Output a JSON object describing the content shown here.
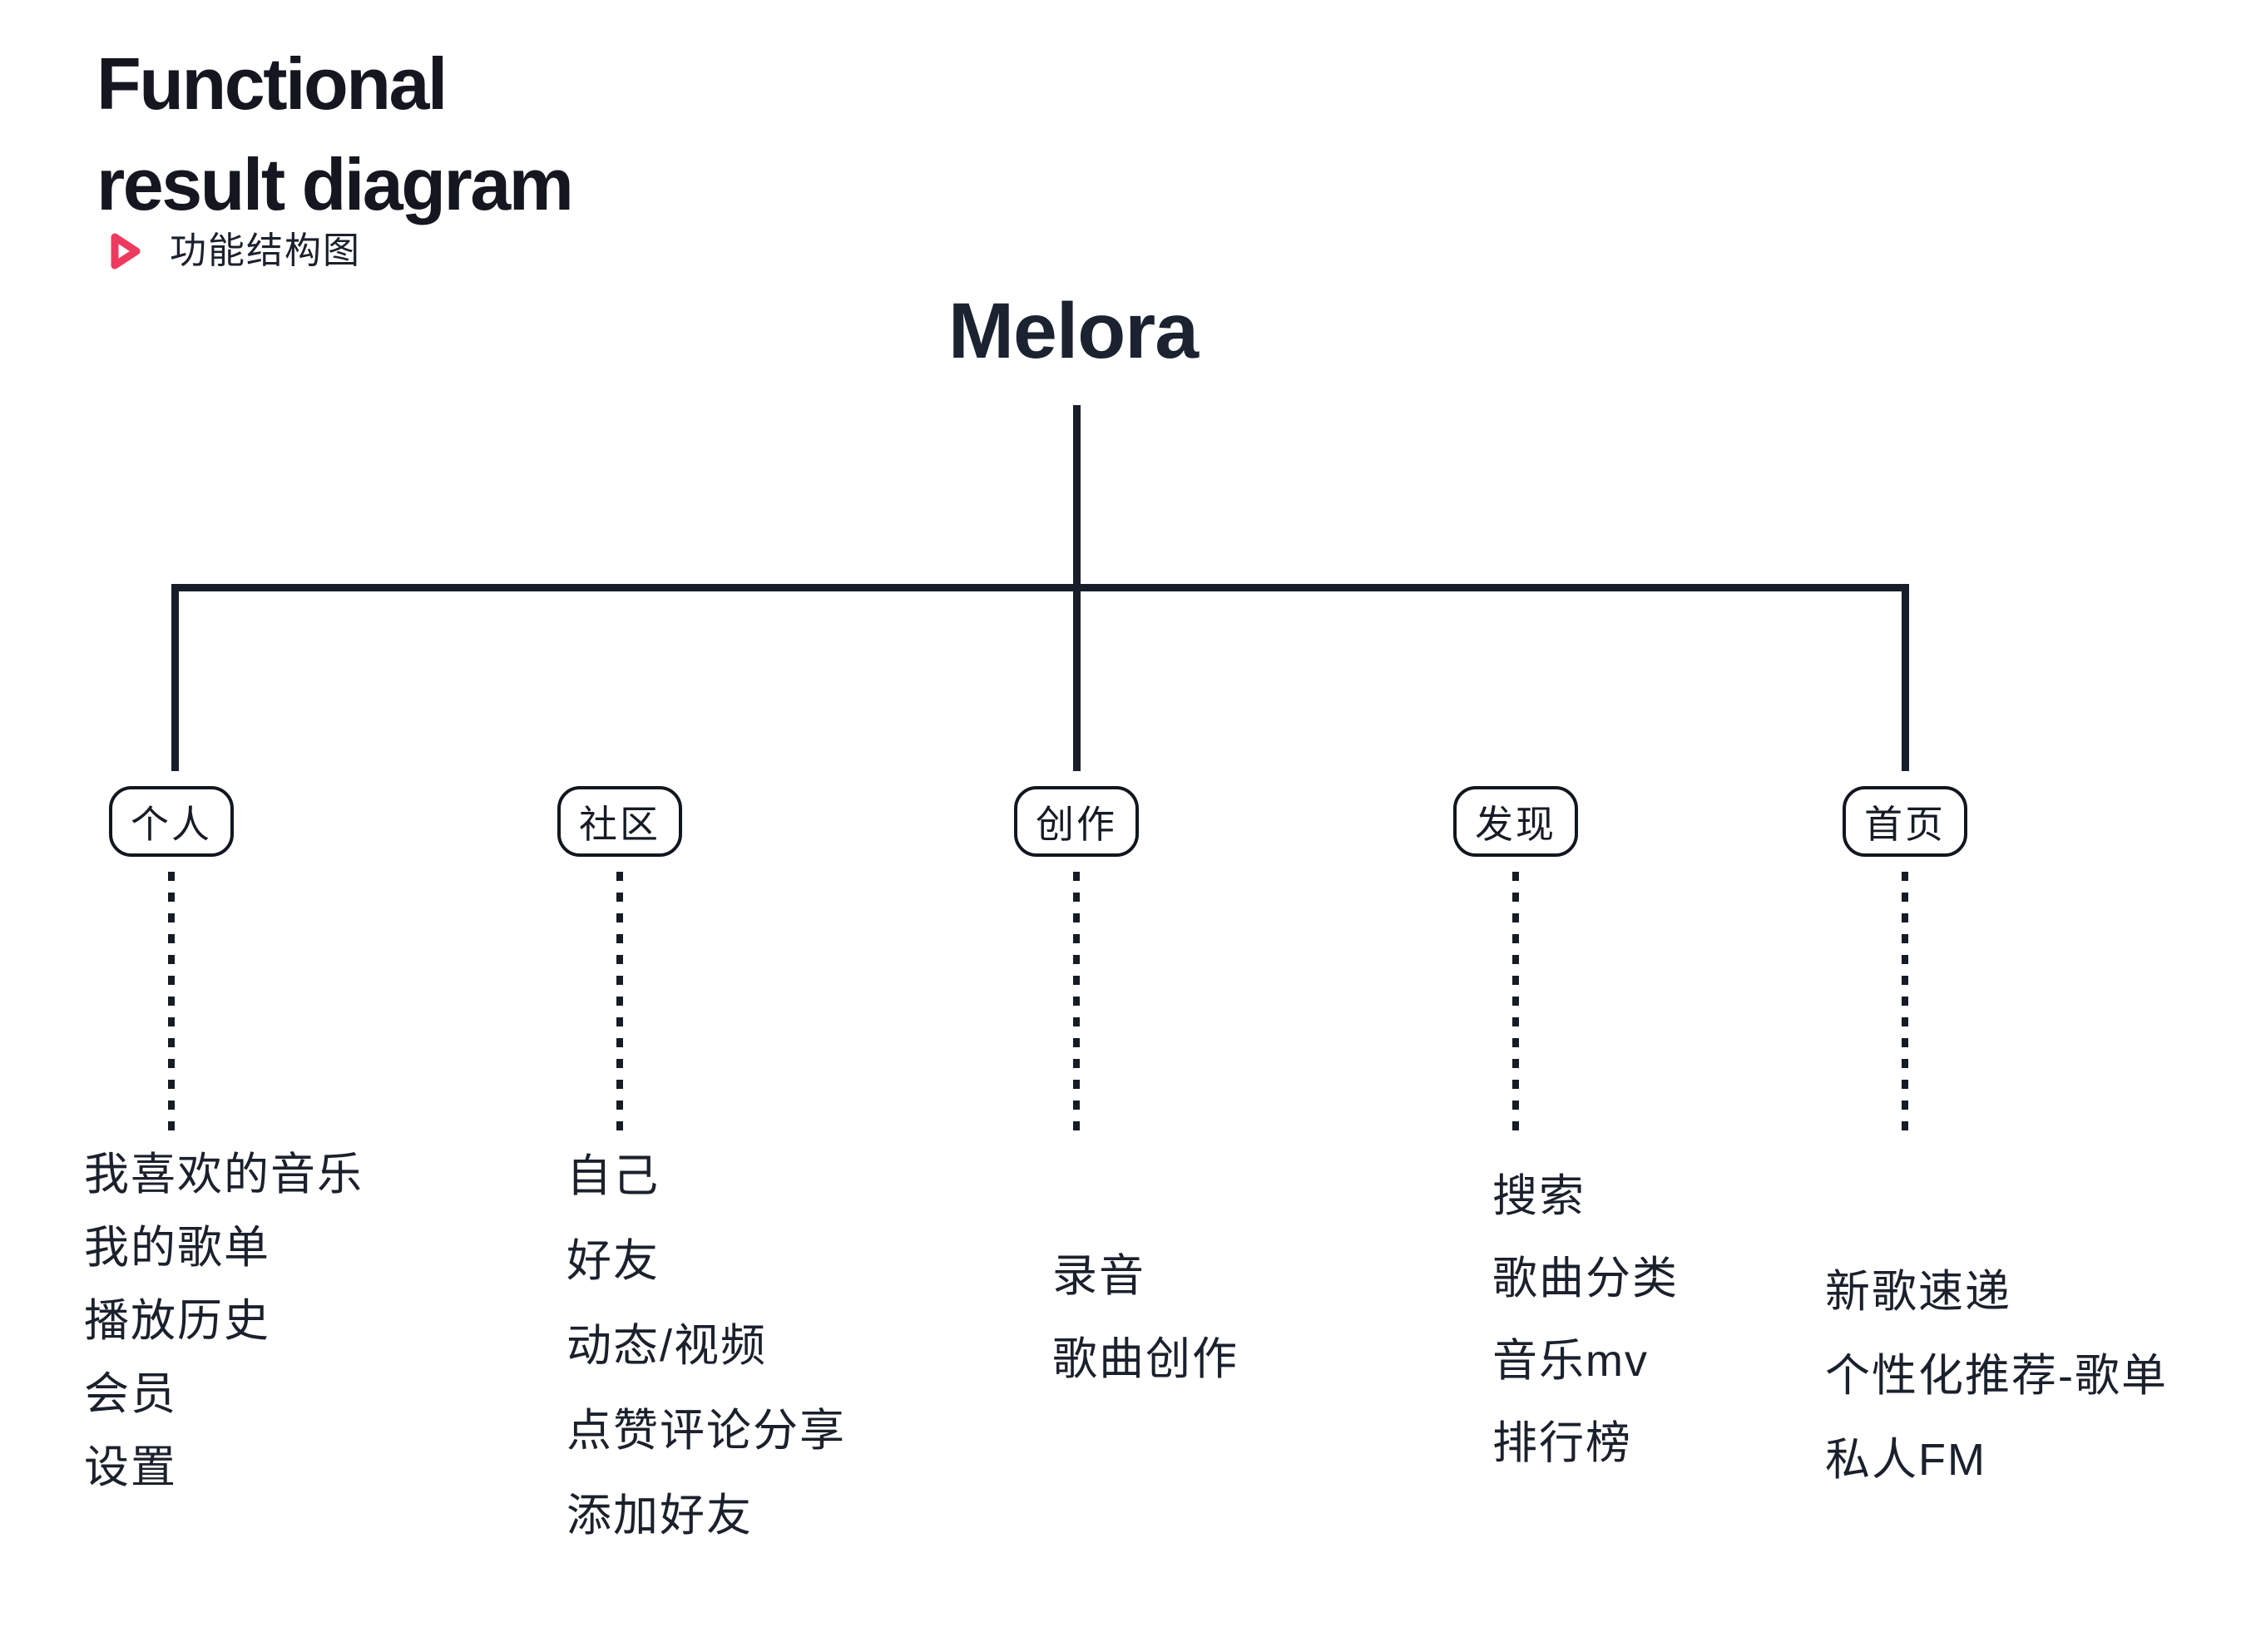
{
  "header": {
    "title_line1": "Functional",
    "title_line2": "result diagram",
    "subtitle": "功能结构图"
  },
  "root": {
    "label": "Melora"
  },
  "branches": [
    {
      "id": "personal",
      "label": "个人",
      "items": [
        "我喜欢的音乐",
        "我的歌单",
        "播放历史",
        "会员",
        "设置"
      ]
    },
    {
      "id": "community",
      "label": "社区",
      "items": [
        "自己",
        "好友",
        "动态/视频",
        "点赞评论分享",
        "添加好友"
      ]
    },
    {
      "id": "create",
      "label": "创作",
      "items": [
        "录音",
        "歌曲创作"
      ]
    },
    {
      "id": "discover",
      "label": "发现",
      "items": [
        "搜索",
        "歌曲分类",
        "音乐mv",
        "排行榜"
      ]
    },
    {
      "id": "home",
      "label": "首页",
      "items": [
        "新歌速递",
        "个性化推荐-歌单",
        "私人FM"
      ]
    }
  ],
  "colors": {
    "ink": "#1a202c",
    "accent": "#ee3a5f",
    "background": "#ffffff"
  },
  "icons": {
    "subtitle_icon": "play-icon"
  }
}
